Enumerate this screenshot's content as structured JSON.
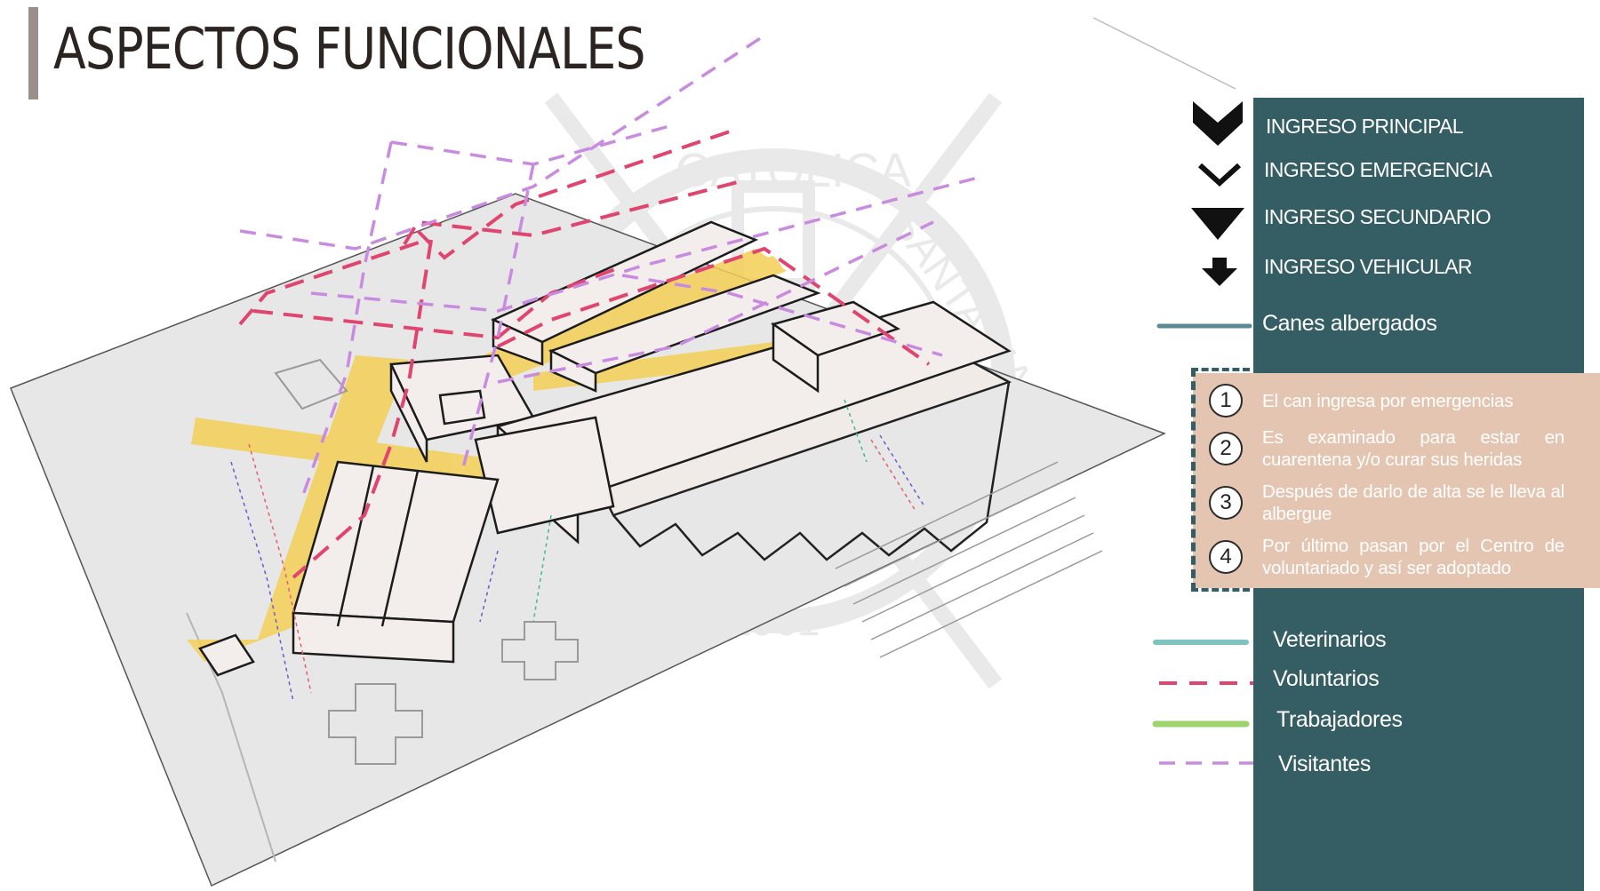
{
  "title": "ASPECTOS FUNCIONALES",
  "watermark": {
    "arc_text": "CATOLICA",
    "side_text": "SANTA MA",
    "year_text": "1961"
  },
  "colors": {
    "panel": "#345d64",
    "steps_box": "#e4c5b1",
    "veterinarios": "#7fc4c0",
    "voluntarios": "#e0456f",
    "trabajadores": "#9fd36d",
    "visitantes": "#c98be0",
    "canes": "#5a8a96",
    "circulation": "#f4cf55"
  },
  "legend": {
    "ingresos": [
      {
        "icon": "double-chevron-icon",
        "label": "INGRESO PRINCIPAL"
      },
      {
        "icon": "thin-chevron-icon",
        "label": "INGRESO EMERGENCIA"
      },
      {
        "icon": "triangle-icon",
        "label": "INGRESO SECUNDARIO"
      },
      {
        "icon": "arrow-down-icon",
        "label": "INGRESO VEHICULAR"
      }
    ],
    "canes": {
      "label": "Canes albergados"
    },
    "steps": [
      {
        "num": "1",
        "text": "El can ingresa por emergencias"
      },
      {
        "num": "2",
        "text": "Es examinado para estar en cuarentena y/o curar sus heridas"
      },
      {
        "num": "3",
        "text": "Después de darlo de alta se le lleva al albergue"
      },
      {
        "num": "4",
        "text": "Por último pasan por el Centro de voluntariado y así ser adoptado"
      }
    ],
    "lines": [
      {
        "label": "Veterinarios"
      },
      {
        "label": "Voluntarios"
      },
      {
        "label": "Trabajadores"
      },
      {
        "label": "Visitantes"
      }
    ]
  }
}
